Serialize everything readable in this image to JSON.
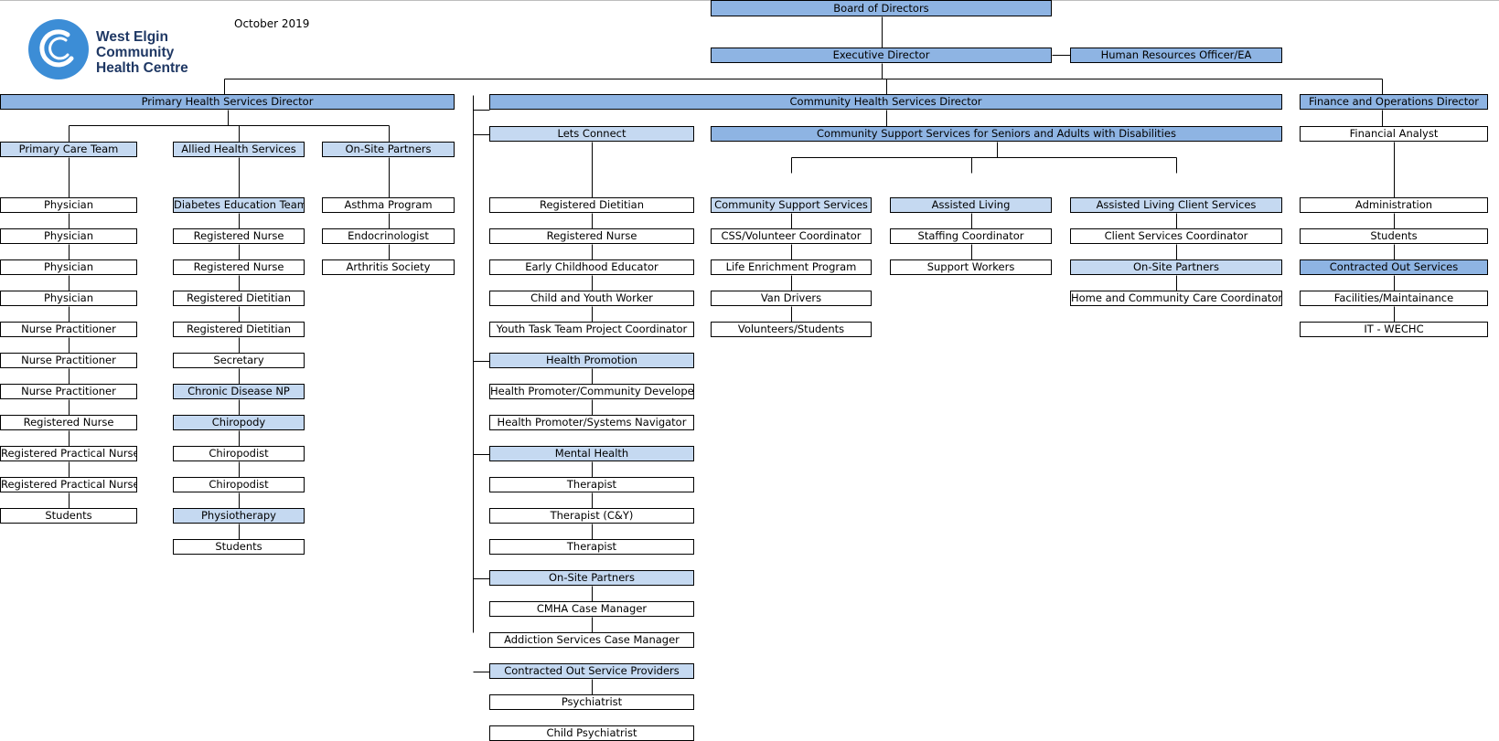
{
  "logo": {
    "lines": [
      "West Elgin",
      "Community",
      "Health Centre"
    ],
    "colors": {
      "circle": "#3c8dd6",
      "text": "#1f3864"
    }
  },
  "date": "October 2019",
  "colors": {
    "executive": "#8eb4e3",
    "header": "#c5d9f1",
    "plain": "#ffffff",
    "line": "#000000"
  },
  "nodes": [
    {
      "id": "board",
      "label": "Board of Directors",
      "style": "exec"
    },
    {
      "id": "exec",
      "label": "Executive Director",
      "style": "exec"
    },
    {
      "id": "hr",
      "label": "Human Resources Officer/EA",
      "style": "exec"
    },
    {
      "id": "phsd",
      "label": "Primary Health Services Director",
      "style": "exec"
    },
    {
      "id": "chsd",
      "label": "Community Health Services Director",
      "style": "exec"
    },
    {
      "id": "fod",
      "label": "Finance and Operations Director",
      "style": "exec"
    },
    {
      "id": "pct",
      "label": "Primary Care Team",
      "style": "head"
    },
    {
      "id": "pct1",
      "label": "Physician",
      "style": "plain"
    },
    {
      "id": "pct2",
      "label": "Physician",
      "style": "plain"
    },
    {
      "id": "pct3",
      "label": "Physician",
      "style": "plain"
    },
    {
      "id": "pct4",
      "label": "Physician",
      "style": "plain"
    },
    {
      "id": "pct5",
      "label": "Nurse Practitioner",
      "style": "plain"
    },
    {
      "id": "pct6",
      "label": "Nurse Practitioner",
      "style": "plain"
    },
    {
      "id": "pct7",
      "label": "Nurse Practitioner",
      "style": "plain"
    },
    {
      "id": "pct8",
      "label": "Registered Nurse",
      "style": "plain"
    },
    {
      "id": "pct9",
      "label": "Registered Practical Nurse",
      "style": "plain"
    },
    {
      "id": "pct10",
      "label": "Registered Practical Nurse",
      "style": "plain"
    },
    {
      "id": "pct11",
      "label": "Students",
      "style": "plain"
    },
    {
      "id": "ahs",
      "label": "Allied Health Services",
      "style": "head"
    },
    {
      "id": "ahs1",
      "label": "Diabetes Education Team",
      "style": "head"
    },
    {
      "id": "ahs2",
      "label": "Registered Nurse",
      "style": "plain"
    },
    {
      "id": "ahs3",
      "label": "Registered Nurse",
      "style": "plain"
    },
    {
      "id": "ahs4",
      "label": "Registered Dietitian",
      "style": "plain"
    },
    {
      "id": "ahs5",
      "label": "Registered Dietitian",
      "style": "plain"
    },
    {
      "id": "ahs6",
      "label": "Secretary",
      "style": "plain"
    },
    {
      "id": "ahs7",
      "label": "Chronic Disease NP",
      "style": "head"
    },
    {
      "id": "ahs8",
      "label": "Chiropody",
      "style": "head"
    },
    {
      "id": "ahs9",
      "label": "Chiropodist",
      "style": "plain"
    },
    {
      "id": "ahs10",
      "label": "Chiropodist",
      "style": "plain"
    },
    {
      "id": "ahs11",
      "label": "Physiotherapy",
      "style": "head"
    },
    {
      "id": "ahs12",
      "label": "Students",
      "style": "plain"
    },
    {
      "id": "osp1",
      "label": "On-Site Partners",
      "style": "head"
    },
    {
      "id": "osp1a",
      "label": "Asthma Program",
      "style": "plain"
    },
    {
      "id": "osp1b",
      "label": "Endocrinologist",
      "style": "plain"
    },
    {
      "id": "osp1c",
      "label": "Arthritis Society",
      "style": "plain"
    },
    {
      "id": "lc",
      "label": "Lets Connect",
      "style": "head"
    },
    {
      "id": "lc1",
      "label": "Registered Dietitian",
      "style": "plain"
    },
    {
      "id": "lc2",
      "label": "Registered Nurse",
      "style": "plain"
    },
    {
      "id": "lc3",
      "label": "Early Childhood Educator",
      "style": "plain"
    },
    {
      "id": "lc4",
      "label": "Child and Youth Worker",
      "style": "plain"
    },
    {
      "id": "lc5",
      "label": "Youth Task Team Project Coordinator",
      "style": "plain"
    },
    {
      "id": "hp",
      "label": "Health Promotion",
      "style": "head"
    },
    {
      "id": "hp1",
      "label": "Health Promoter/Community Developer",
      "style": "plain"
    },
    {
      "id": "hp2",
      "label": "Health Promoter/Systems Navigator",
      "style": "plain"
    },
    {
      "id": "mh",
      "label": "Mental Health",
      "style": "head"
    },
    {
      "id": "mh1",
      "label": "Therapist",
      "style": "plain"
    },
    {
      "id": "mh2",
      "label": "Therapist (C&Y)",
      "style": "plain"
    },
    {
      "id": "mh3",
      "label": "Therapist",
      "style": "plain"
    },
    {
      "id": "osp2",
      "label": "On-Site Partners",
      "style": "head"
    },
    {
      "id": "osp2a",
      "label": "CMHA Case Manager",
      "style": "plain"
    },
    {
      "id": "osp2b",
      "label": "Addiction Services Case Manager",
      "style": "plain"
    },
    {
      "id": "cosp",
      "label": "Contracted Out Service Providers",
      "style": "head"
    },
    {
      "id": "cosp1",
      "label": "Psychiatrist",
      "style": "plain"
    },
    {
      "id": "cosp2",
      "label": "Child Psychiatrist",
      "style": "plain"
    },
    {
      "id": "css",
      "label": "Community Support Services for Seniors and Adults with Disabilities",
      "style": "exec"
    },
    {
      "id": "cs",
      "label": "Community Support Services",
      "style": "head"
    },
    {
      "id": "cs1",
      "label": "CSS/Volunteer Coordinator",
      "style": "plain"
    },
    {
      "id": "cs2",
      "label": "Life Enrichment Program",
      "style": "plain"
    },
    {
      "id": "cs3",
      "label": "Van Drivers",
      "style": "plain"
    },
    {
      "id": "cs4",
      "label": "Volunteers/Students",
      "style": "plain"
    },
    {
      "id": "al",
      "label": "Assisted Living",
      "style": "head"
    },
    {
      "id": "al1",
      "label": "Staffing Coordinator",
      "style": "plain"
    },
    {
      "id": "al2",
      "label": "Support Workers",
      "style": "plain"
    },
    {
      "id": "alc",
      "label": "Assisted Living Client Services",
      "style": "head"
    },
    {
      "id": "alc1",
      "label": "Client Services Coordinator",
      "style": "plain"
    },
    {
      "id": "alc2",
      "label": "On-Site Partners",
      "style": "head"
    },
    {
      "id": "alc3",
      "label": "Home and Community Care Coordinators",
      "style": "plain"
    },
    {
      "id": "fo1",
      "label": "Financial Analyst",
      "style": "plain"
    },
    {
      "id": "fo2",
      "label": "Administration",
      "style": "plain"
    },
    {
      "id": "fo3",
      "label": "Students",
      "style": "plain"
    },
    {
      "id": "fo4",
      "label": "Contracted Out Services",
      "style": "exec"
    },
    {
      "id": "fo5",
      "label": "Facilities/Maintainance",
      "style": "plain"
    },
    {
      "id": "fo6",
      "label": "IT - WECHC",
      "style": "plain"
    }
  ]
}
